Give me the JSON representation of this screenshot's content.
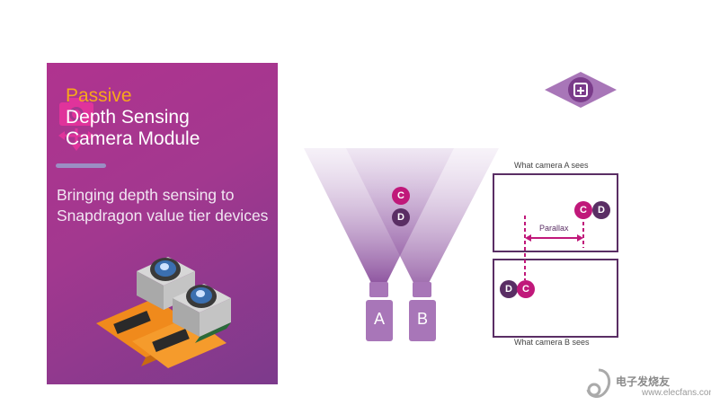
{
  "panel": {
    "title_accent": "Passive",
    "title_line2": "Depth Sensing",
    "title_line3": "Camera Module",
    "subtitle": "Bringing depth sensing to Snapdragon value tier devices"
  },
  "diagram": {
    "object_c": "C",
    "object_d": "D",
    "camera_a": "A",
    "camera_b": "B",
    "view_a_caption": "What camera A sees",
    "view_b_caption": "What camera B sees",
    "parallax_label": "Parallax"
  },
  "watermark": {
    "text": "电子发烧友",
    "url": "www.elecfans.com"
  },
  "colors": {
    "panel": "#a2388f",
    "accent_orange": "#f7a81b",
    "magenta": "#c0187a",
    "dark_purple": "#5a2e64",
    "camera_purple": "#a876b8"
  }
}
